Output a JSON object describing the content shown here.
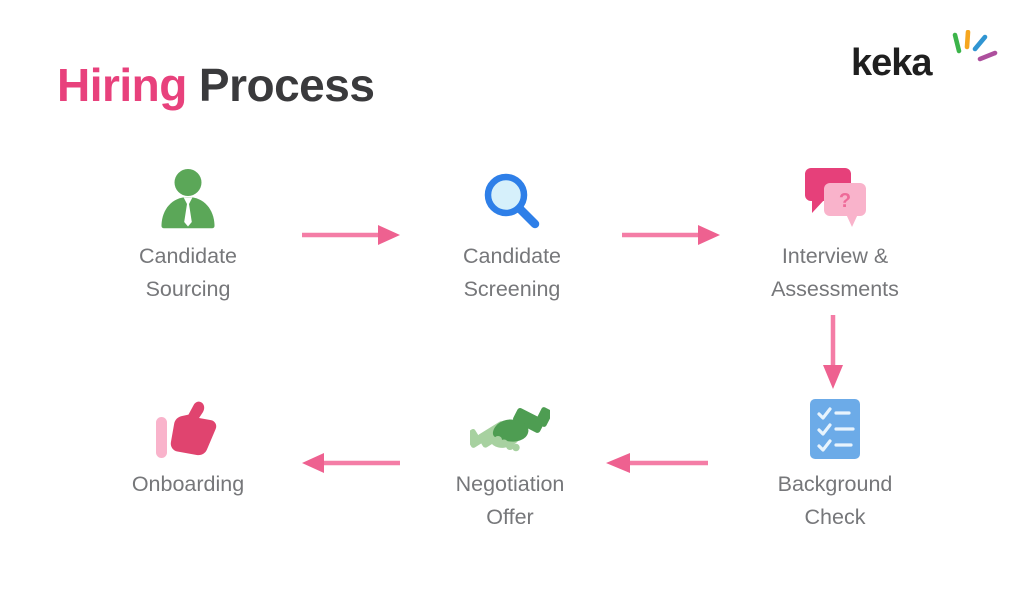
{
  "header": {
    "title": {
      "highlight": "Hiring",
      "rest": "Process",
      "highlight_color": "#e8417c",
      "rest_color": "#3a3a3c"
    },
    "logo": {
      "text": "keka",
      "color": "#1f1f1f",
      "spark_colors": [
        "#3cb44a",
        "#f6a61f",
        "#3095d2",
        "#ad4f9d"
      ]
    }
  },
  "diagram": {
    "label_color": "#76777a",
    "arrow_color": "#f47da6",
    "arrowhead_color": "#ee6190",
    "steps": [
      {
        "id": "candidate-sourcing",
        "label": [
          "Candidate",
          "Sourcing"
        ],
        "icon": "person-icon",
        "icon_color": "#5ba758",
        "icon_secondary": "#ffffff"
      },
      {
        "id": "candidate-screening",
        "label": [
          "Candidate",
          "Screening"
        ],
        "icon": "magnifier-icon",
        "icon_color": "#2e7fe8",
        "icon_secondary": "#d6f0fb"
      },
      {
        "id": "interview-assessments",
        "label": [
          "Interview &",
          "Assessments"
        ],
        "icon": "chat-bubbles-icon",
        "icon_color": "#e6407a",
        "icon_secondary": "#f9b3cb",
        "bubble_question": "?",
        "question_color": "#ee6a98"
      },
      {
        "id": "background-check",
        "label": [
          "Background",
          "Check"
        ],
        "icon": "checklist-icon",
        "icon_color": "#6cabe8",
        "icon_secondary": "#e8f4fd"
      },
      {
        "id": "negotiation-offer",
        "label": [
          "Negotiation",
          "Offer"
        ],
        "icon": "handshake-icon",
        "icon_color": "#4e9d52",
        "icon_secondary": "#a7d1a0"
      },
      {
        "id": "onboarding",
        "label": [
          "Onboarding"
        ],
        "icon": "thumbs-up-icon",
        "icon_color": "#e0446f",
        "icon_secondary": "#f9b3cb"
      }
    ],
    "flow": [
      {
        "from": "Candidate Sourcing",
        "to": "Candidate Screening",
        "direction": "right"
      },
      {
        "from": "Candidate Screening",
        "to": "Interview & Assessments",
        "direction": "right"
      },
      {
        "from": "Interview & Assessments",
        "to": "Background Check",
        "direction": "down"
      },
      {
        "from": "Background Check",
        "to": "Negotiation Offer",
        "direction": "left"
      },
      {
        "from": "Negotiation Offer",
        "to": "Onboarding",
        "direction": "left"
      }
    ]
  }
}
